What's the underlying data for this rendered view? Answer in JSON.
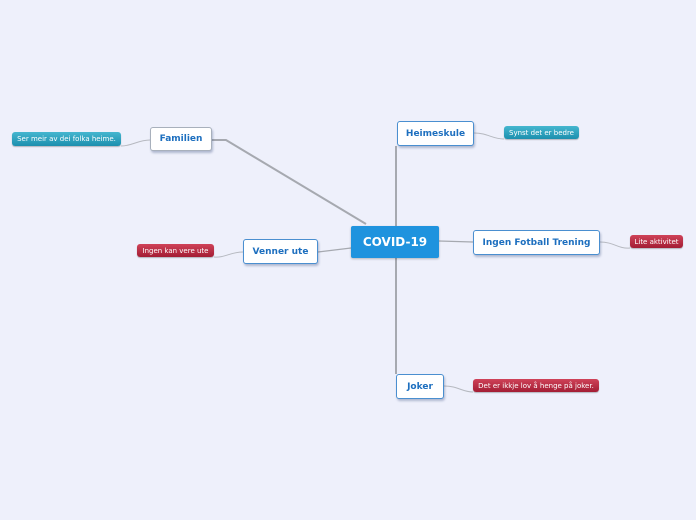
{
  "mindmap": {
    "central": {
      "label": "COVID-19",
      "color": "#1f93de"
    },
    "topics": {
      "familien": {
        "label": "Familien",
        "note": "Ser meir av dei folka heime.",
        "note_color": "teal"
      },
      "venner": {
        "label": "Venner ute",
        "note": "Ingen kan vere ute",
        "note_color": "red"
      },
      "heimeskule": {
        "label": "Heimeskule",
        "note": "Synst det er bedre",
        "note_color": "teal"
      },
      "fotball": {
        "label": "Ingen Fotball Trening",
        "note": "Lite aktivitet",
        "note_color": "red"
      },
      "joker": {
        "label": "Joker",
        "note": "Det er ikkje lov å henge på joker.",
        "note_color": "red"
      }
    }
  }
}
